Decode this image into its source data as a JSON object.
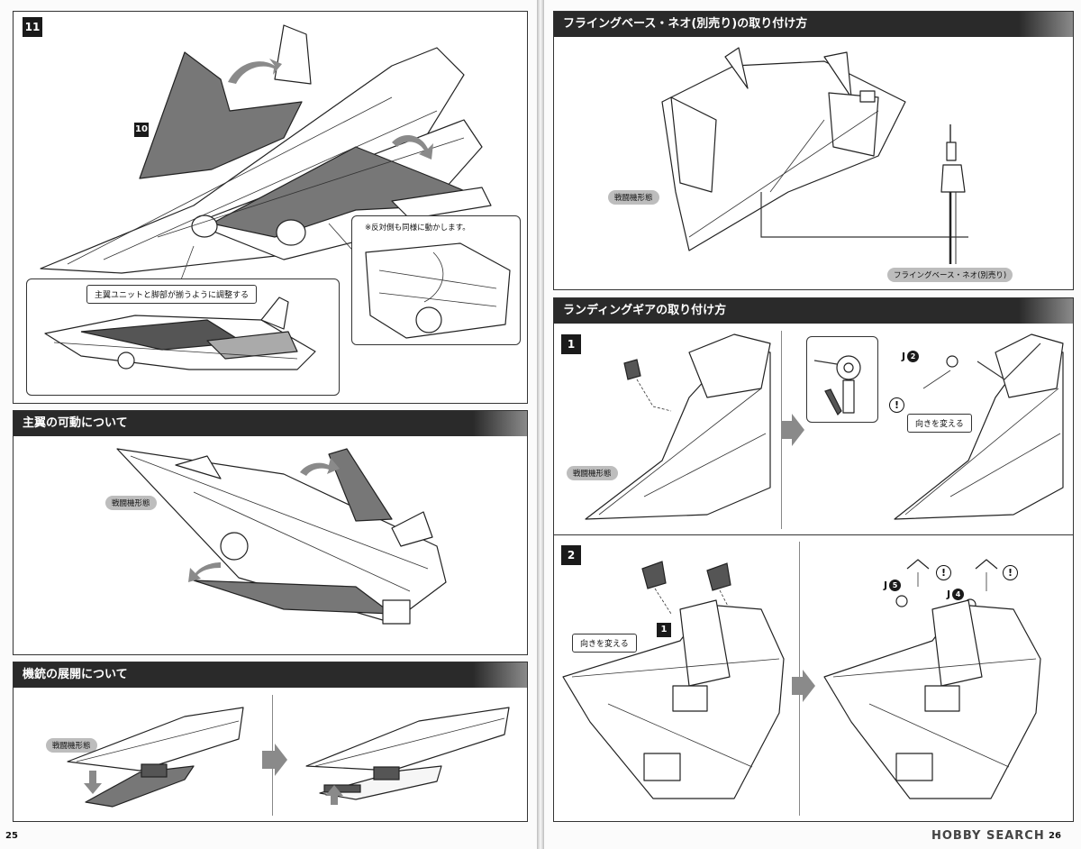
{
  "left": {
    "step11": {
      "number": "11",
      "ref_step": "10",
      "inset_label": "主翼ユニットと脚部が揃うように調整する",
      "side_note": "※反対側も同様に動かします。"
    },
    "main_wing": {
      "title": "主翼の可動について",
      "mode_label": "戦闘機形態"
    },
    "gun": {
      "title": "機銃の展開について",
      "mode_label": "戦闘機形態"
    },
    "page_number": "25"
  },
  "right": {
    "flying_base": {
      "title": "フライングベース・ネオ(別売り)の取り付け方",
      "mode_label": "戦闘機形態",
      "base_label": "フライングベース・ネオ(別売り)"
    },
    "landing_gear": {
      "title": "ランディングギアの取り付け方",
      "step1": {
        "number": "1",
        "mode_label": "戦闘機形態",
        "part_letter": "J",
        "part_number": "2",
        "warning": "!",
        "callout": "向きを変える"
      },
      "step2": {
        "number": "2",
        "ref_step": "1",
        "callout": "向きを変える",
        "part_a_letter": "J",
        "part_a_number": "5",
        "part_b_letter": "J",
        "part_b_number": "4",
        "warning": "!"
      }
    },
    "page_number": "26"
  },
  "watermark": "HOBBY SEARCH"
}
